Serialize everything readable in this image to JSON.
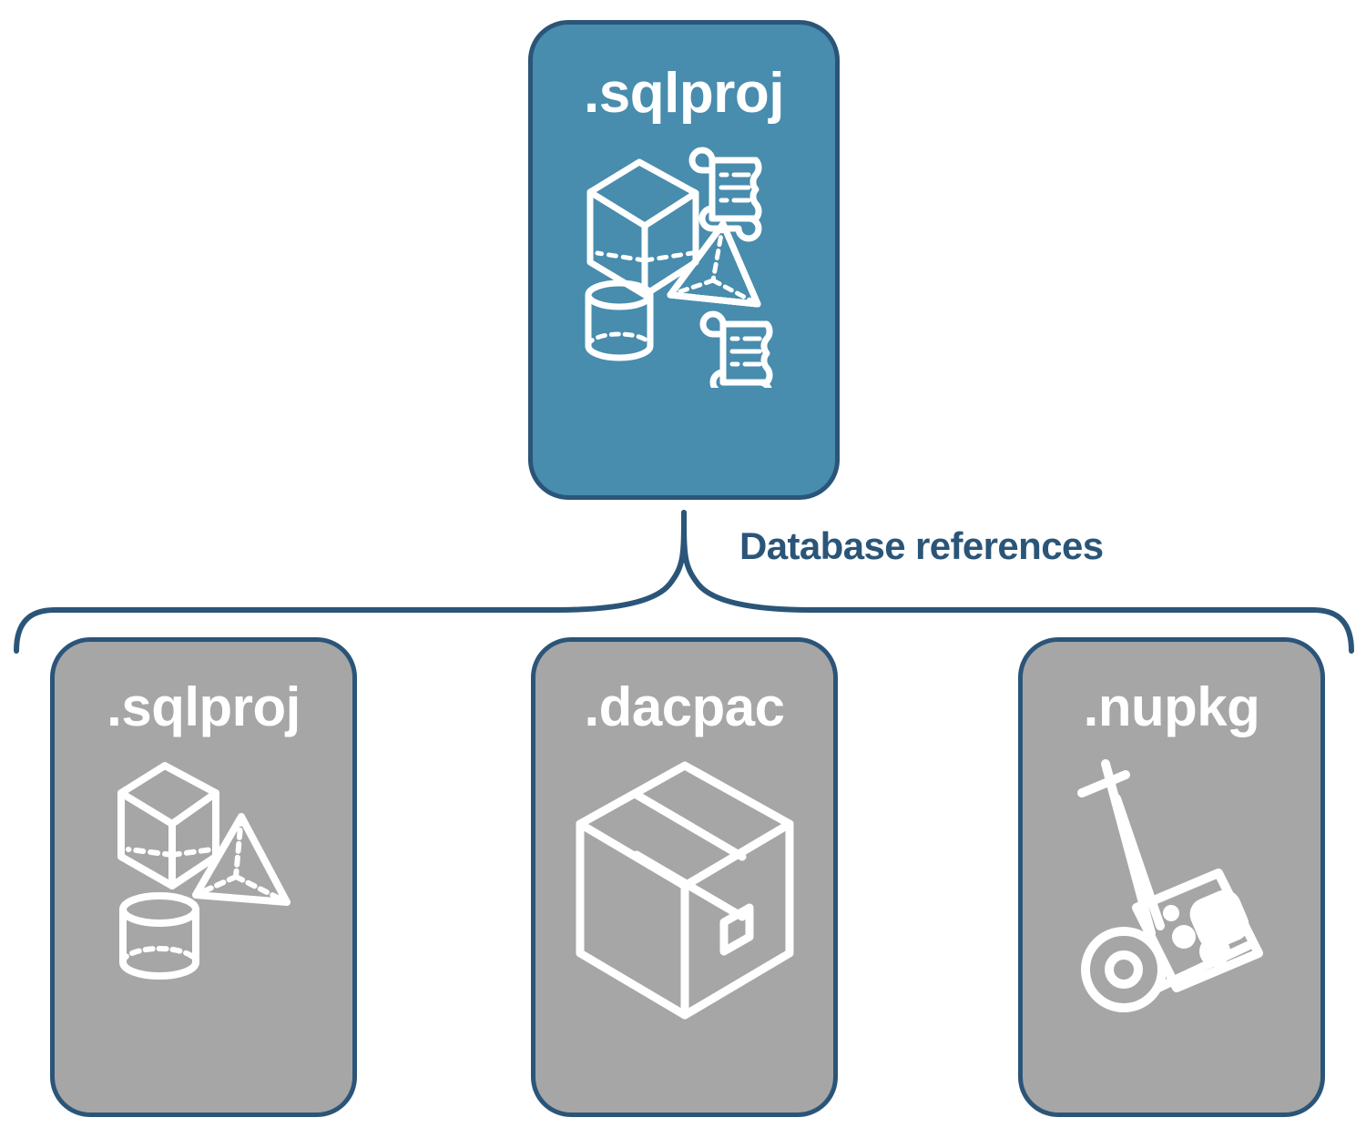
{
  "diagram": {
    "title": "Database references",
    "colors": {
      "primary_fill": "#488cae",
      "secondary_fill": "#a6a6a6",
      "stroke": "#2b5578",
      "glyph": "#ffffff",
      "background": "#ffffff"
    },
    "root": {
      "label": ".sqlproj",
      "fill": "primary",
      "icons": [
        "cube-icon",
        "scroll-icon",
        "pyramid-icon",
        "cylinder-icon",
        "scroll-icon"
      ]
    },
    "edge": {
      "label": "Database references",
      "style": "curly-bracket",
      "direction": "one-to-many"
    },
    "references": [
      {
        "label": ".sqlproj",
        "fill": "secondary",
        "icons": [
          "cube-icon",
          "pyramid-icon",
          "cylinder-icon"
        ]
      },
      {
        "label": ".dacpac",
        "fill": "secondary",
        "icons": [
          "package-box-icon"
        ]
      },
      {
        "label": ".nupkg",
        "fill": "secondary",
        "icons": [
          "hand-truck-icon",
          "nuget-package-icon"
        ]
      }
    ]
  }
}
